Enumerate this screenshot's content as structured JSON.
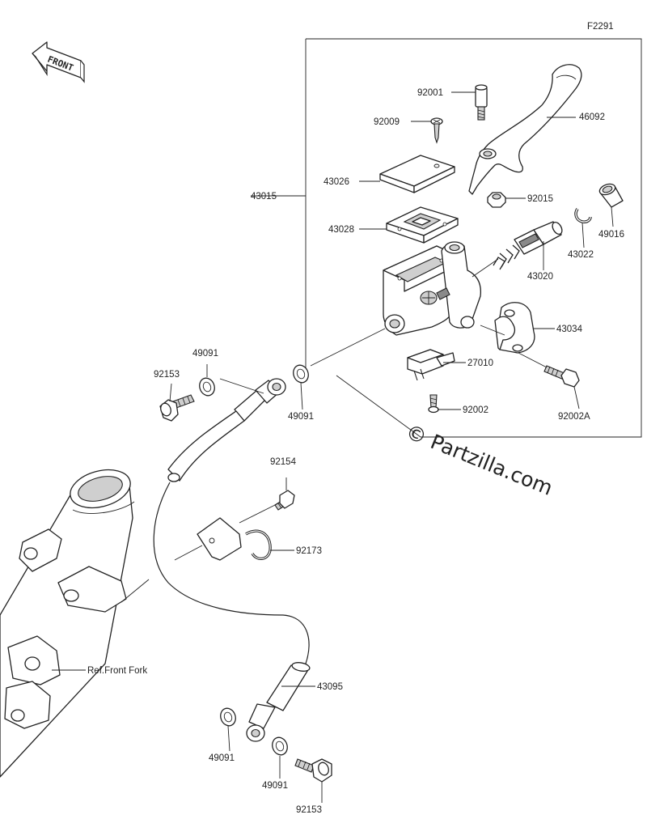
{
  "figure_code": "F2291",
  "front_badge": "FRONT",
  "watermark": "© Partzilla.com",
  "ref_label": "Ref.Front Fork",
  "parts": [
    {
      "id": "92001"
    },
    {
      "id": "92009"
    },
    {
      "id": "46092"
    },
    {
      "id": "43026"
    },
    {
      "id": "92015"
    },
    {
      "id": "43015"
    },
    {
      "id": "43028"
    },
    {
      "id": "43022"
    },
    {
      "id": "49016"
    },
    {
      "id": "43020"
    },
    {
      "id": "43034"
    },
    {
      "id": "27010"
    },
    {
      "id": "92002"
    },
    {
      "id": "92002A"
    },
    {
      "id": "49091"
    },
    {
      "id": "92153"
    },
    {
      "id": "49091"
    },
    {
      "id": "92154"
    },
    {
      "id": "92173"
    },
    {
      "id": "43095"
    },
    {
      "id": "49091"
    },
    {
      "id": "49091"
    },
    {
      "id": "92153"
    }
  ]
}
